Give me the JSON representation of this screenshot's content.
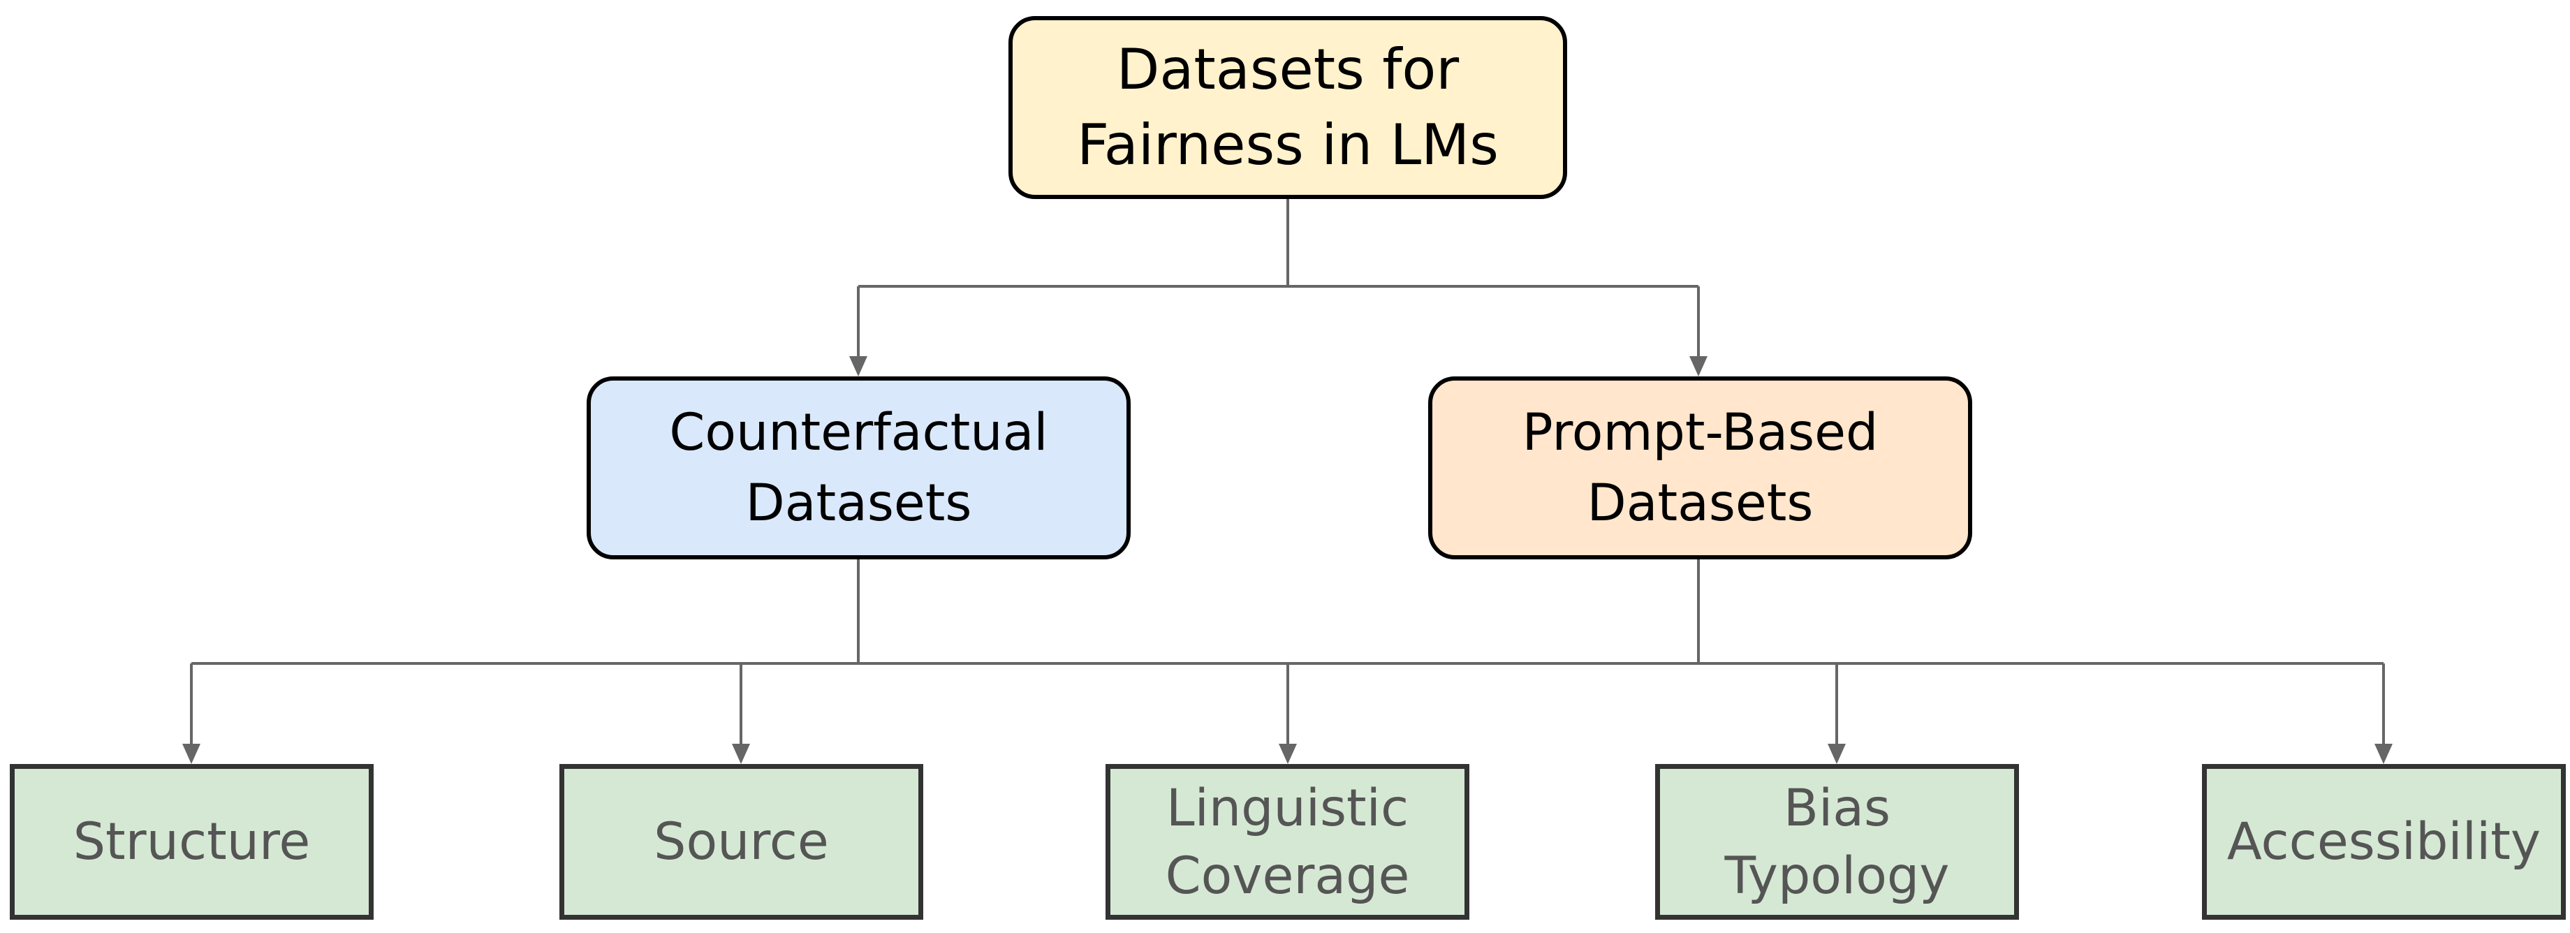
{
  "diagram": {
    "root": {
      "label": "Datasets for\nFairness in LMs",
      "fill": "#fff2cc"
    },
    "branches": [
      {
        "label": "Counterfactual\nDatasets",
        "fill": "#dae8fc"
      },
      {
        "label": "Prompt-Based\nDatasets",
        "fill": "#ffe6cc"
      }
    ],
    "leaves": [
      {
        "label": "Structure"
      },
      {
        "label": "Source"
      },
      {
        "label": "Linguistic\nCoverage"
      },
      {
        "label": "Bias\nTypology"
      },
      {
        "label": "Accessibility"
      }
    ],
    "leaf_fill": "#d5e8d4",
    "edge_color": "#666666"
  }
}
